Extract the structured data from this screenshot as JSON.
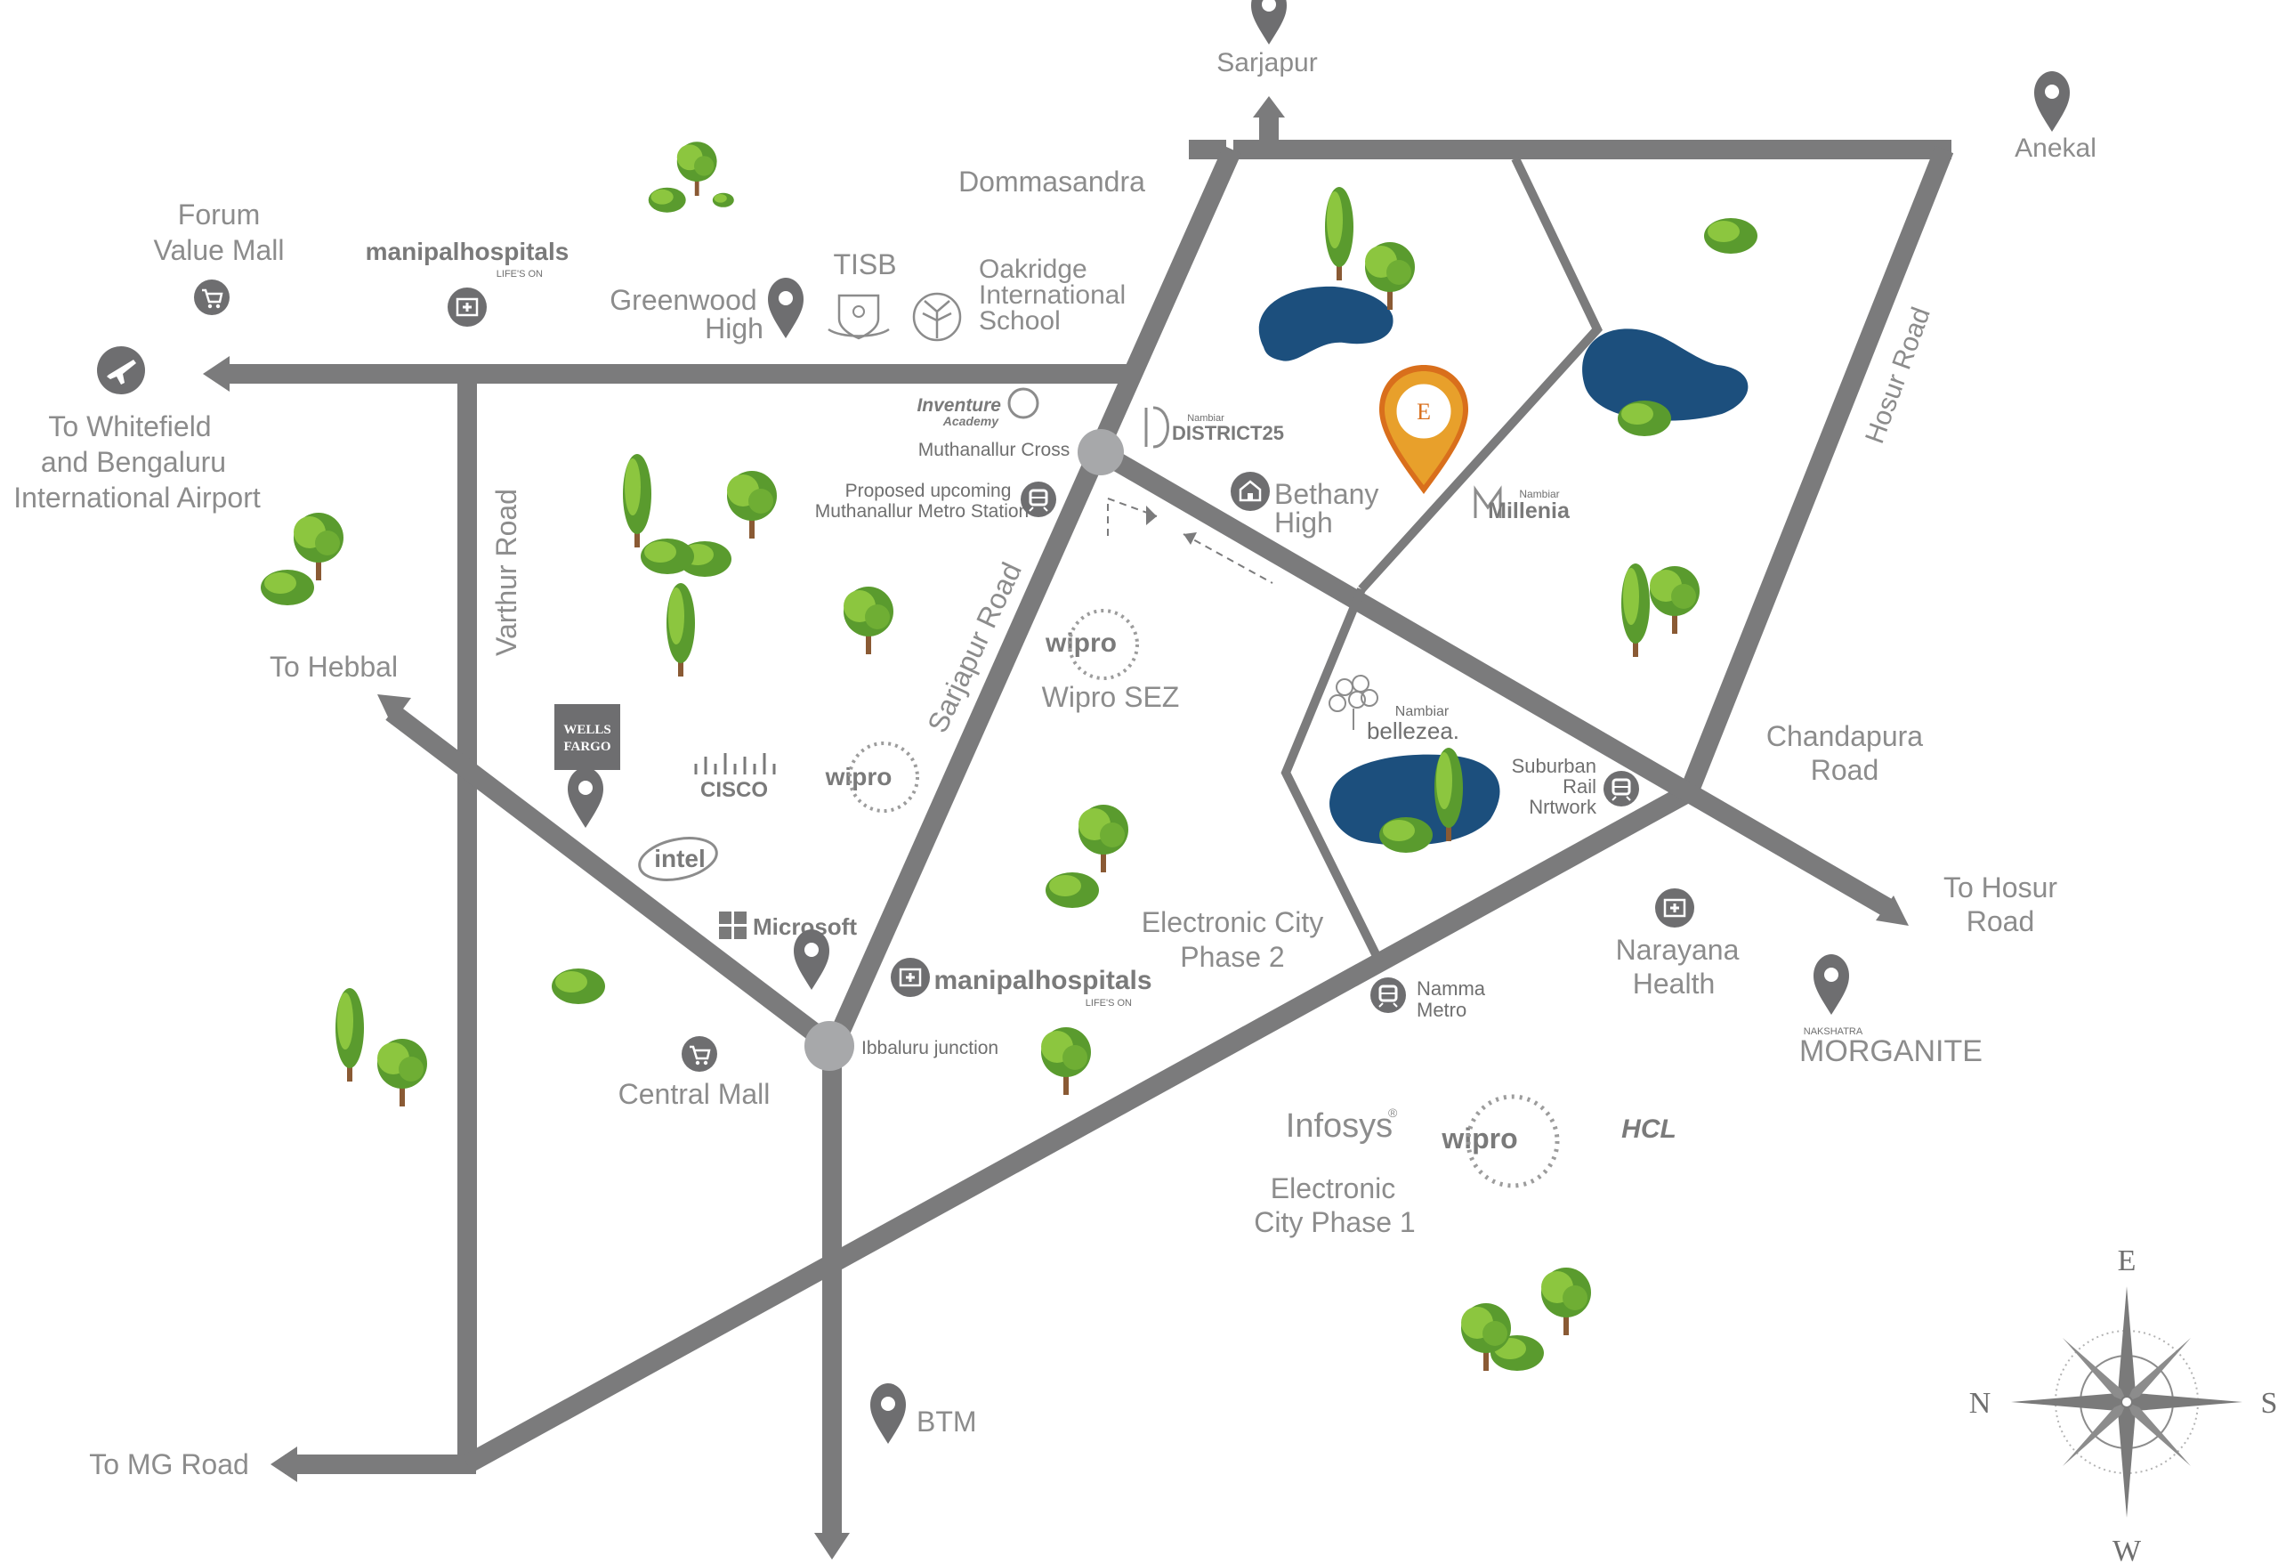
{
  "colors": {
    "road": "#7b7b7c",
    "label": "#8c8c8c",
    "icon": "#6e6e70",
    "lake": "#1c4f7d",
    "tree_light": "#8cc63f",
    "tree_dark": "#4f8f2a",
    "trunk": "#8a5a34",
    "pin_gold": "#e8a02b",
    "pin_orange": "#d96f1c"
  },
  "directions": {
    "sarjapur": "Sarjapur",
    "anekal": "Anekal",
    "dommasandra": "Dommasandra",
    "forum_l1": "Forum",
    "forum_l2": "Value Mall",
    "whitefield_l1": "To Whitefield",
    "whitefield_l2": "and Bengaluru",
    "whitefield_l3": "International Airport",
    "hebbal": "To Hebbal",
    "mg_road": "To MG Road",
    "btm": "BTM",
    "hosur_l1": "To Hosur",
    "hosur_l2": "Road"
  },
  "roads": {
    "varthur": "Varthur Road",
    "sarjapur": "Sarjapur Road",
    "hosur": "Hosur Road",
    "chandapura_l1": "Chandapura",
    "chandapura_l2": "Road"
  },
  "places": {
    "greenwood_l1": "Greenwood",
    "greenwood_l2": "High",
    "tisb": "TISB",
    "oakridge_l1": "Oakridge",
    "oakridge_l2": "International",
    "oakridge_l3": "School",
    "inventure_l1": "Inventure",
    "inventure_l2": "Academy",
    "muthanallur_cross": "Muthanallur Cross",
    "metro_l1": "Proposed upcoming",
    "metro_l2": "Muthanallur Metro Station",
    "district25_l1": "Nambiar",
    "district25_l2": "DISTRICT25",
    "bethany_l1": "Bethany",
    "bethany_l2": "High",
    "millenia_l1": "Nambiar",
    "millenia_l2": "Millenia",
    "bellezea_l1": "Nambiar",
    "bellezea_l2": "bellezea.",
    "suburban_l1": "Suburban",
    "suburban_l2": "Rail",
    "suburban_l3": "Nrtwork",
    "wipro_sez_logo": "wipro",
    "wipro_sez": "Wipro SEZ",
    "wipro2_logo": "wipro",
    "wells_l1": "WELLS",
    "wells_l2": "FARGO",
    "cisco": "CISCO",
    "intel": "intel",
    "microsoft": "Microsoft",
    "manipal1": "manipalhospitals",
    "manipal1_sub": "LIFE'S ON",
    "manipal2": "manipalhospitals",
    "manipal2_sub": "LIFE'S ON",
    "ecity2_l1": "Electronic City",
    "ecity2_l2": "Phase 2",
    "ibbaluru": "Ibbaluru junction",
    "central_mall": "Central Mall",
    "namma_l1": "Namma",
    "namma_l2": "Metro",
    "narayana_l1": "Narayana",
    "narayana_l2": "Health",
    "morganite_small": "NAKSHATRA",
    "morganite": "MORGANITE",
    "infosys": "Infosys",
    "infosys_reg": "®",
    "wipro3_logo": "wipro",
    "hcl": "HCL",
    "ecity1_l1": "Electronic",
    "ecity1_l2": "City Phase 1",
    "project_letter": "E"
  },
  "compass": {
    "e": "E",
    "s": "S",
    "w": "W",
    "n": "N"
  }
}
